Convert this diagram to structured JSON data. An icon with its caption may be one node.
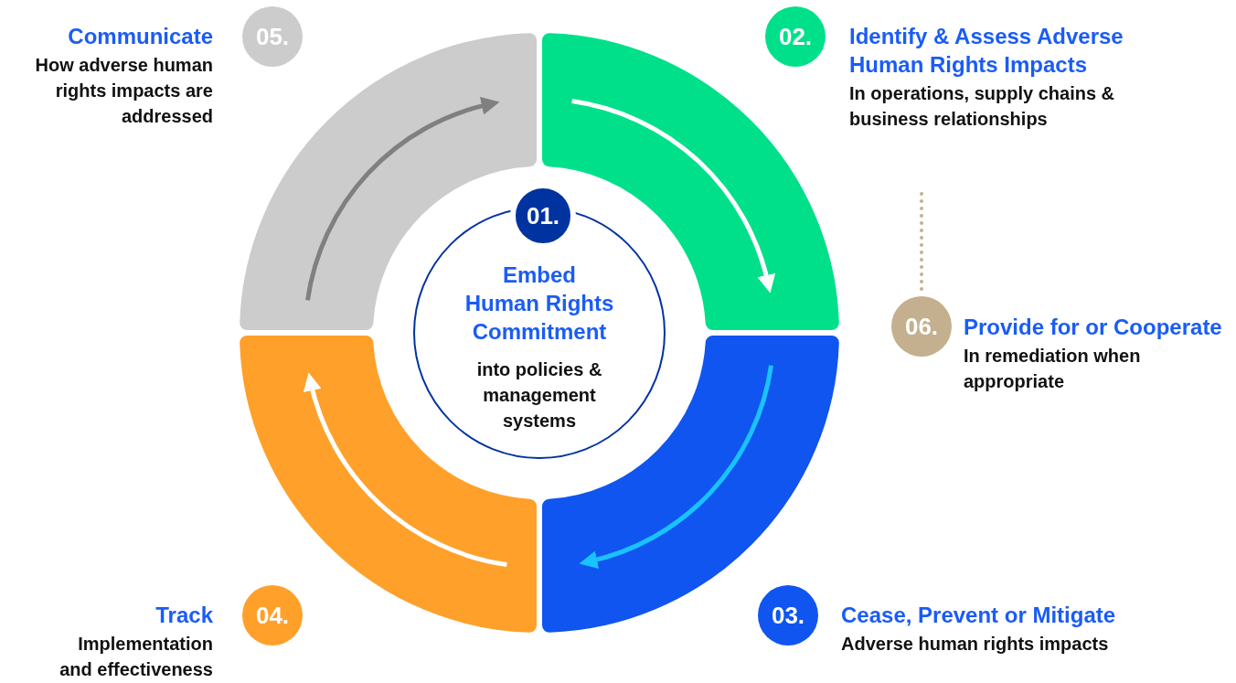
{
  "diagram": {
    "nodes": [
      {
        "text": [
          "05."
        ],
        "beside": [
          "Communicate",
          "How adverse human rights impacts are addressed"
        ]
      },
      {
        "text": [
          "02."
        ],
        "beside": [
          "Identify & Assess Adverse Human Rights Impacts",
          "In operations, supply chains & business relationships"
        ]
      },
      {
        "text": [],
        "shape": "arc"
      },
      {
        "text": [],
        "shape": "arc"
      },
      {
        "text": [
          "01."
        ]
      },
      {
        "text": [
          "Embed Human Rights Commitment",
          "into policies & management systems"
        ]
      },
      {
        "text": [
          "06."
        ],
        "beside": [
          "Provide for or Cooperate",
          "In remediation when appropriate"
        ]
      },
      {
        "text": [],
        "shape": "arc"
      },
      {
        "text": [],
        "shape": "arc"
      },
      {
        "text": [
          "04."
        ],
        "beside": [
          "Track",
          "Implementation and effectiveness"
        ]
      },
      {
        "text": [
          "03."
        ],
        "beside": [
          "Cease, Prevent or Mitigate",
          "Adverse human rights impacts"
        ]
      }
    ],
    "edges": [
      {
        "from": null,
        "to": 6,
        "arrow": "none",
        "style": "dashed"
      }
    ]
  }
}
